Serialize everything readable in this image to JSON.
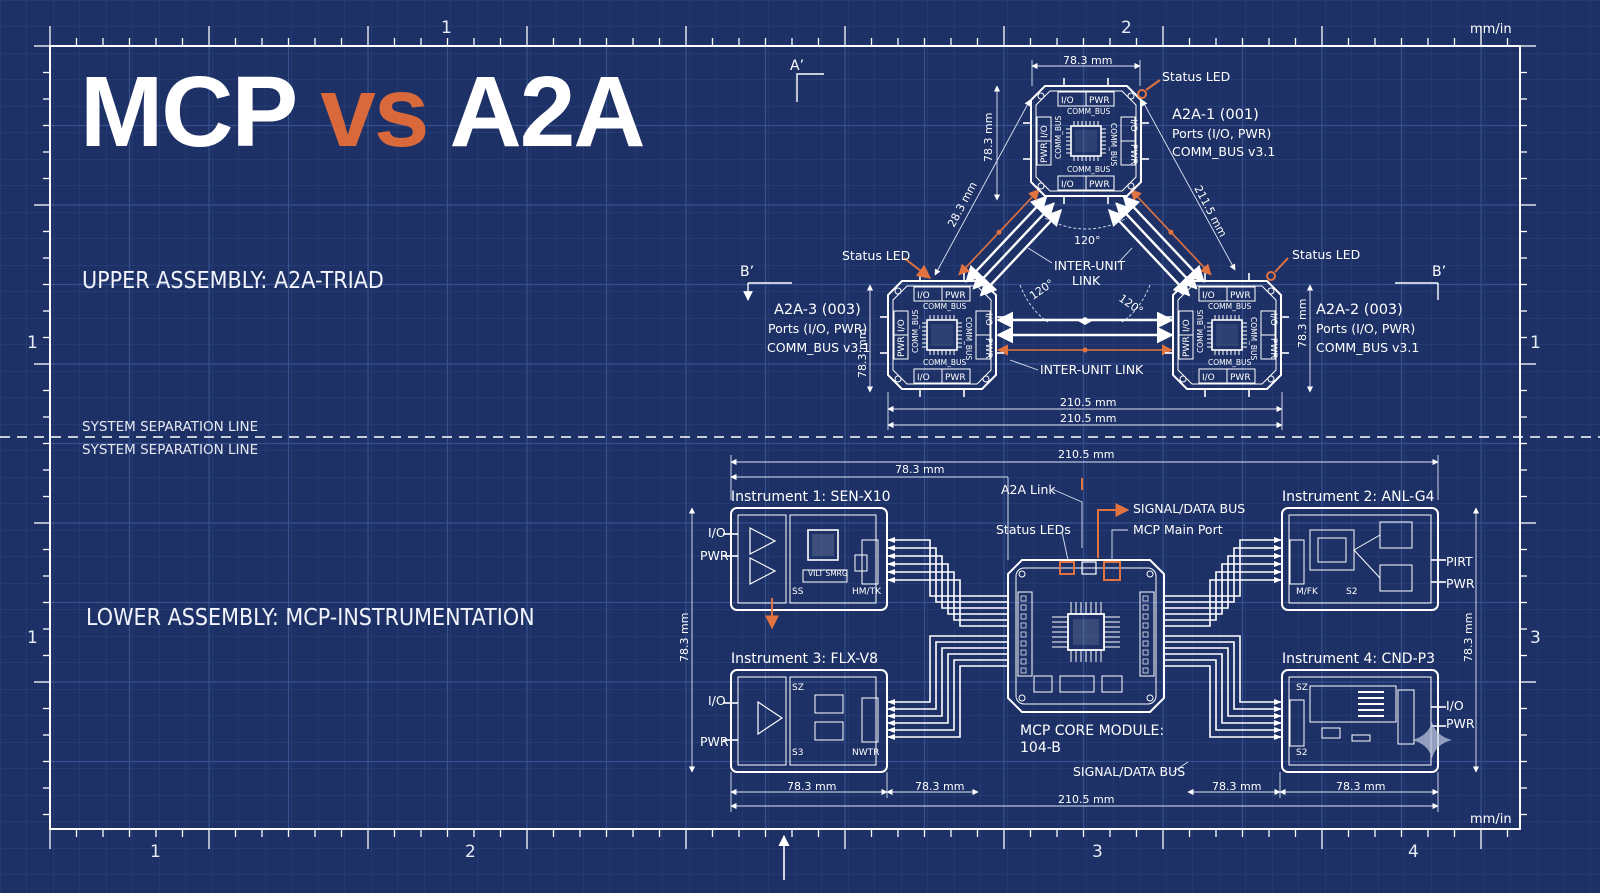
{
  "title": {
    "part1": "MCP",
    "part2": "vs",
    "part3": "A2A"
  },
  "colors": {
    "background": "#1e3166",
    "grid": "#2c4580",
    "line": "#ffffff",
    "accent": "#d9683a"
  },
  "sections": {
    "upper": "UPPER ASSEMBLY: A2A-TRIAD",
    "lower": "LOWER ASSEMBLY: MCP-INSTRUMENTATION"
  },
  "separation": {
    "label_top": "SYSTEM SEPARATION LINE",
    "label_bottom": "SYSTEM SEPARATION LINE"
  },
  "ruler": {
    "unit_top": "mm/in",
    "unit_bottom": "mm/in",
    "top_ticks": [
      "1",
      "2"
    ],
    "bottom_ticks": [
      "1",
      "2",
      "3",
      "4"
    ],
    "left_ticks": [
      "1",
      "1"
    ],
    "right_ticks": [
      "1",
      "3"
    ]
  },
  "section_marks": {
    "a": "A’",
    "b_left": "B’",
    "b_right": "B’"
  },
  "upper": {
    "dim_top": "78.3 mm",
    "dim_top_left": "78.3 mm",
    "dim_left_diag": "28.3 mm",
    "dim_right_diag": "211.5 mm",
    "dim_left_unit": "78.3 mm",
    "dim_right_unit": "78.3 mm",
    "dim_bottom_1": "210.5 mm",
    "dim_bottom_2": "210.5 mm",
    "angle_top": "120°",
    "angle_left": "120°",
    "angle_right": "120°",
    "status_led": "Status LED",
    "inter_unit_link_center": "INTER-UNIT\nLINK",
    "inter_unit_link_center_line1": "INTER-UNIT",
    "inter_unit_link_center_line2": "LINK",
    "inter_unit_link_bottom": "INTER-UNIT LINK",
    "units": [
      {
        "id": "A2A-1 (001)",
        "ports": "Ports (I/O, PWR)",
        "bus": "COMM_BUS v3.1"
      },
      {
        "id": "A2A-2 (003)",
        "ports": "Ports (I/O, PWR)",
        "bus": "COMM_BUS v3.1"
      },
      {
        "id": "A2A-3 (003)",
        "ports": "Ports (I/O, PWR)",
        "bus": "COMM_BUS v3.1"
      }
    ],
    "port_io": "I/O",
    "port_pwr": "PWR",
    "comm_bus": "COMM_BUS"
  },
  "lower": {
    "dim_top_total": "210.5 mm",
    "dim_top_left": "78.3 mm",
    "dim_left_vert": "78.3 mm",
    "dim_right_vert": "78.3 mm",
    "dim_bottom_a": "78.3 mm",
    "dim_bottom_b": "78.3 mm",
    "dim_bottom_c": "78.3 mm",
    "dim_bottom_d": "78.3 mm",
    "dim_bottom_total": "210.5 mm",
    "a2a_link": "A2A Link",
    "signal_data_bus_top": "SIGNAL/DATA BUS",
    "mcp_main_port": "MCP Main Port",
    "status_leds": "Status LEDs",
    "core_line1": "MCP CORE MODULE:",
    "core_line2": "104-B",
    "signal_data_bus_bottom": "SIGNAL/DATA BUS",
    "instruments": [
      {
        "name": "Instrument 1: SEN-X10",
        "p1": "I/O",
        "p2": "PWR",
        "c1": "SS",
        "c2": "HM/TK",
        "chip": "VILT SMRG"
      },
      {
        "name": "Instrument 2: ANL-G4",
        "p1": "PIRT",
        "p2": "PWR",
        "c1": "M/FK",
        "c2": "S2"
      },
      {
        "name": "Instrument 3: FLX-V8",
        "p1": "I/O",
        "p2": "PWR",
        "c1": "SZ",
        "c2": "S3",
        "c3": "NWTR"
      },
      {
        "name": "Instrument 4: CND-P3",
        "p1": "I/O",
        "p2": "PWR",
        "c1": "SZ",
        "c2": "S2"
      }
    ]
  }
}
